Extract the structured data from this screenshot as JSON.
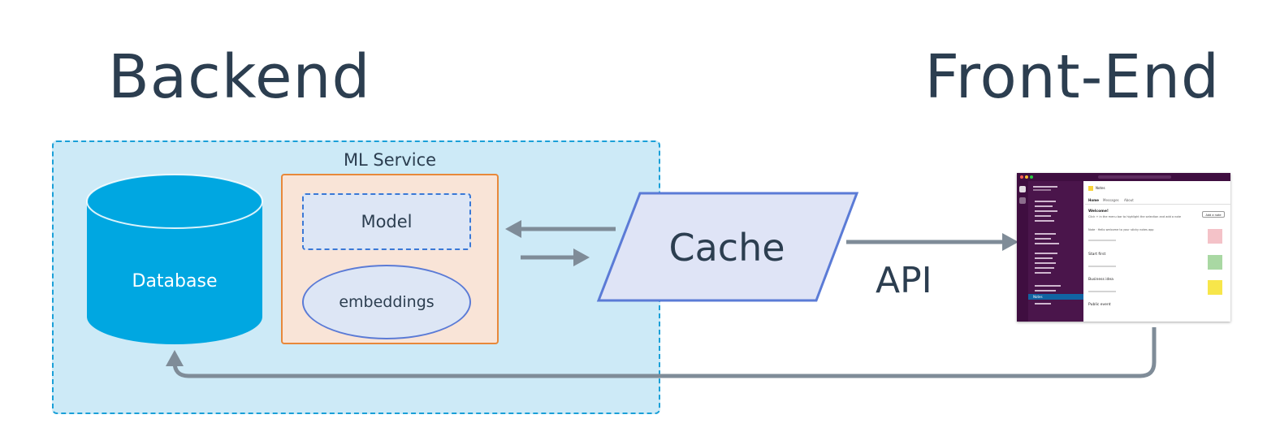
{
  "titles": {
    "backend": "Backend",
    "frontend": "Front-End"
  },
  "backend": {
    "database_label": "Database",
    "ml_service": {
      "title": "ML Service",
      "model_label": "Model",
      "embeddings_label": "embeddings"
    }
  },
  "cache_label": "Cache",
  "api_label": "API",
  "app_screenshot": {
    "header_title": "Notes",
    "tabs": [
      "Home",
      "Messages",
      "About"
    ],
    "welcome_title": "Welcome!",
    "welcome_text": "Click + in the menu bar to highlight the selection and add a note",
    "welcome_button": "Add a note",
    "intro_text": "Note · Hello welcome to your sticky notes app",
    "notes": [
      "Start first",
      "Business idea",
      "Public event"
    ],
    "selected_channel": "Notes"
  },
  "colors": {
    "heading": "#2c3e50",
    "backend_zone_fill": "#cdeaf7",
    "backend_zone_border": "#1aa0d8",
    "database": "#00a7e1",
    "ml_service_fill": "#f9e4d7",
    "ml_service_border": "#e8883a",
    "model_border": "#3a78d6",
    "cache_fill": "#dfe4f6",
    "cache_border": "#5b7bd6",
    "arrow": "#7f8c98",
    "app_sidebar": "#4a154b",
    "sticky_colors": [
      "#f4c2c8",
      "#a9d8a3",
      "#f7e64a"
    ]
  }
}
